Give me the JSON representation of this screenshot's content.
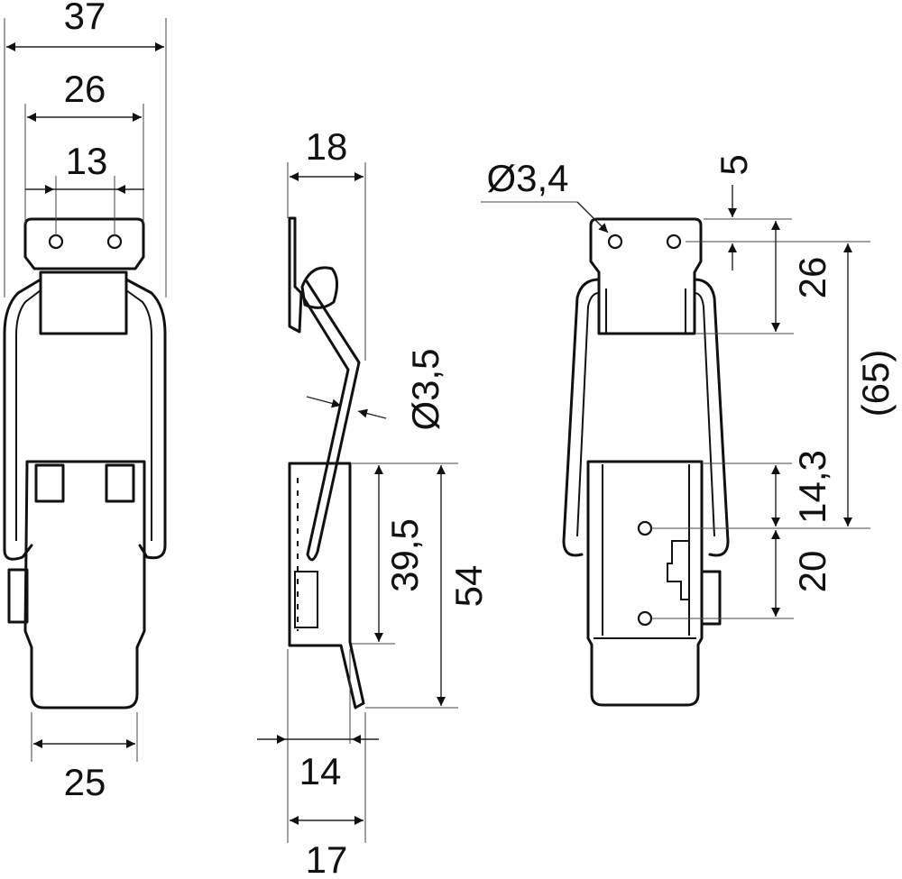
{
  "dimensions": {
    "front_overall_width": "37",
    "front_hole_block_width": "26",
    "front_hole_spacing": "13",
    "front_hasp_width": "25",
    "side_top_depth": "18",
    "side_wire_diameter": "Ø3,5",
    "side_base_height": "39,5",
    "side_total_height": "54",
    "side_base_depth": "14",
    "side_overall_depth": "17",
    "rear_hole_diameter": "Ø3,4",
    "rear_hole_edge_offset": "5",
    "rear_top_block_height": "26",
    "rear_overall_height": "(65)",
    "rear_base_offset": "14,3",
    "rear_base_hole_spacing": "20"
  }
}
